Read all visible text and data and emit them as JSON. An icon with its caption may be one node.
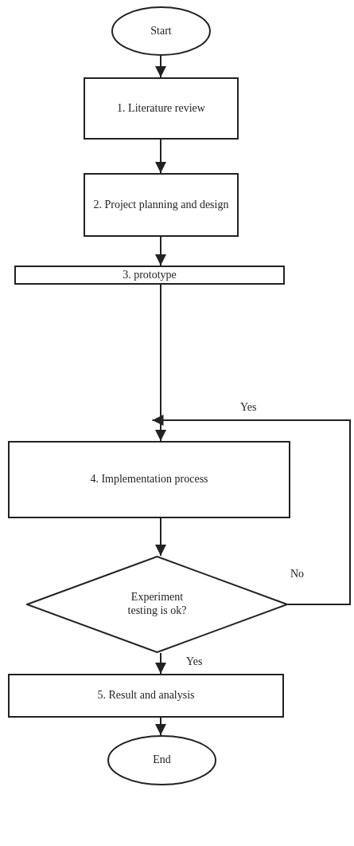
{
  "diagram": {
    "nodes": [
      {
        "text": [
          "Start"
        ]
      },
      {
        "text": [
          "1. Literature review"
        ]
      },
      {
        "text": [
          "2. Project planning and design"
        ]
      },
      {
        "text": [
          "3. prototype"
        ]
      },
      {
        "text": [
          "4. Implementation process"
        ]
      },
      {
        "text": [
          "Experiment testing is ok?"
        ]
      },
      {
        "text": [
          "5. Result and analysis"
        ]
      },
      {
        "text": [
          "End"
        ]
      }
    ],
    "edges": [
      {
        "from": 0,
        "to": 1,
        "arrow": "to"
      },
      {
        "from": 1,
        "to": 2,
        "arrow": "to"
      },
      {
        "from": 2,
        "to": 3,
        "arrow": "to"
      },
      {
        "from": 3,
        "to": 4,
        "arrow": "to"
      },
      {
        "from": 4,
        "to": 5,
        "arrow": "to"
      },
      {
        "from": 5,
        "to": 6,
        "label": "Yes",
        "arrow": "to"
      },
      {
        "from": 5,
        "to": 4,
        "label": "No",
        "arrow": "to"
      },
      {
        "from": 6,
        "to": 7,
        "arrow": "to"
      }
    ],
    "labels": [
      "Yes"
    ]
  }
}
